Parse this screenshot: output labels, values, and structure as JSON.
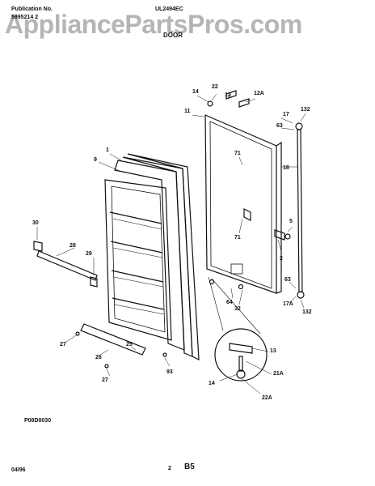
{
  "header": {
    "pub_label": "Publication No.",
    "pub_number": "5995214 2",
    "model": "UL2494EC",
    "section": "DOOR"
  },
  "watermark": "AppliancePartsPros.com",
  "parts": {
    "p1": "1",
    "p9": "9",
    "p30": "30",
    "p28": "28",
    "p29": "29",
    "p27a": "27",
    "p26": "26",
    "p25": "25",
    "p27b": "27",
    "p93": "93",
    "p14a": "14",
    "p22": "22",
    "p12": "12",
    "p12A": "12A",
    "p11": "11",
    "p17": "17",
    "p132a": "132",
    "p63a": "63",
    "p71a": "71",
    "p18": "18",
    "p71b": "71",
    "p5": "5",
    "p2": "2",
    "p63b": "63",
    "p64": "64",
    "p32": "32",
    "p17A": "17A",
    "p132b": "132",
    "p13": "13",
    "p14b": "14",
    "p21A": "21A",
    "p22A": "22A"
  },
  "footer": {
    "drawing_code": "P08D0030",
    "date": "04/96",
    "page": "2",
    "page_code": "B5"
  }
}
